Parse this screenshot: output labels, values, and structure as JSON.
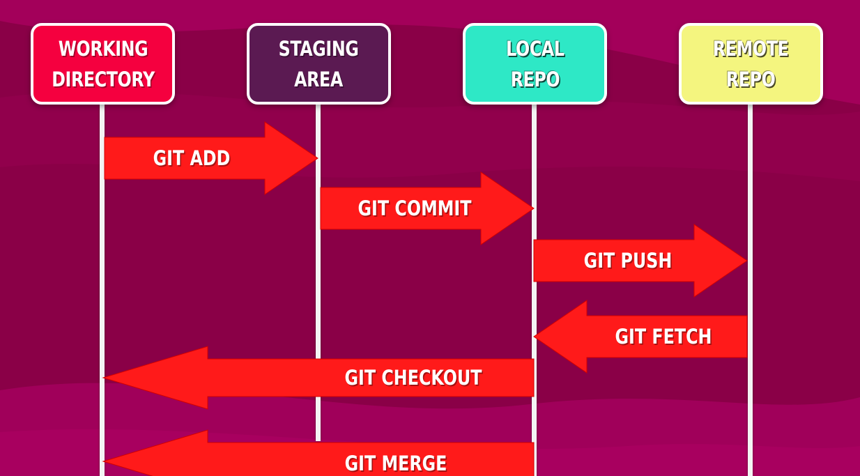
{
  "colors": {
    "background": "#8c0048",
    "arrow": "#ff1a1a",
    "lane_line": "#f4f4f4"
  },
  "lanes": [
    {
      "label": "WORKING\nDIRECTORY",
      "color": "#f5003f"
    },
    {
      "label": "STAGING\nAREA",
      "color": "#5b1a52"
    },
    {
      "label": "LOCAL\nREPO",
      "color": "#2ee8c6"
    },
    {
      "label": "REMOTE\nREPO",
      "color": "#f4f57f"
    }
  ],
  "arrows": [
    {
      "label": "GIT ADD",
      "direction": "right"
    },
    {
      "label": "GIT COMMIT",
      "direction": "right"
    },
    {
      "label": "GIT PUSH",
      "direction": "right"
    },
    {
      "label": "GIT FETCH",
      "direction": "left"
    },
    {
      "label": "GIT CHECKOUT",
      "direction": "left"
    },
    {
      "label": "GIT MERGE",
      "direction": "left"
    }
  ]
}
